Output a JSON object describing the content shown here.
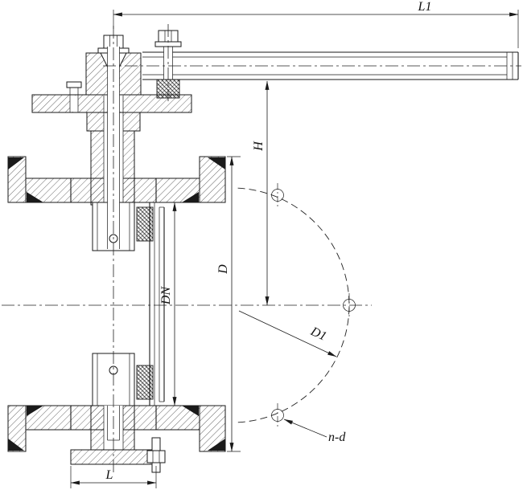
{
  "drawing": {
    "background": "#ffffff",
    "line_color": "#1a1a1a",
    "labels": {
      "l1": "L1",
      "h": "H",
      "d": "D",
      "dn": "DN",
      "d1": "D1",
      "n_d": "n-d",
      "l": "L"
    }
  }
}
